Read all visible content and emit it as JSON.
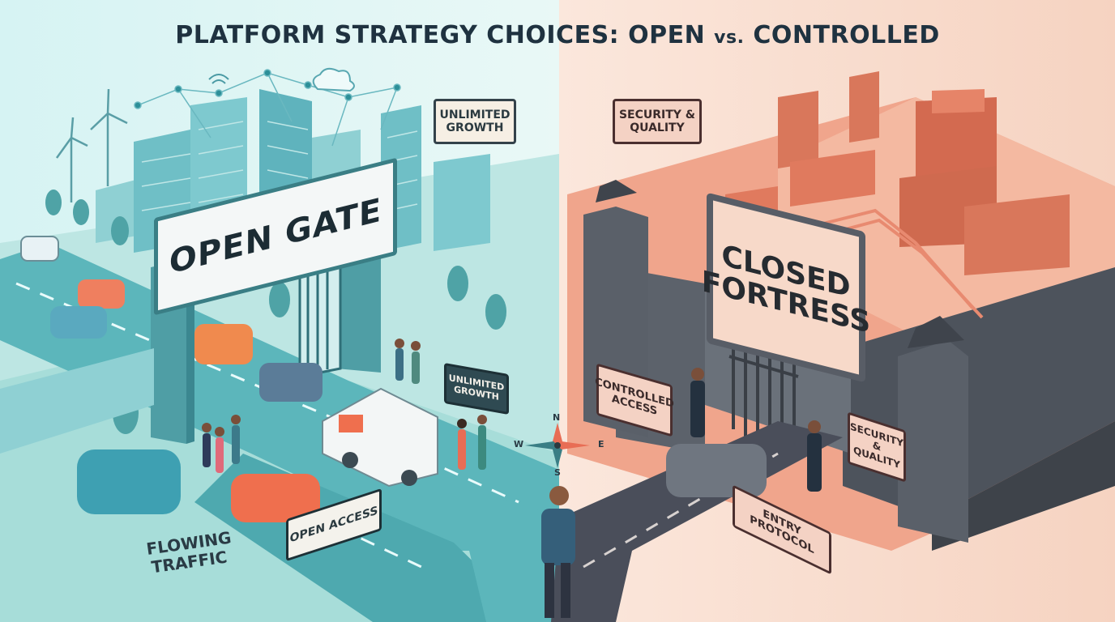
{
  "title": {
    "main": "PLATFORM STRATEGY CHOICES: OPEN",
    "vs": "vs.",
    "end": "CONTROLLED"
  },
  "left": {
    "gate_sign": "OPEN GATE",
    "top_sign": "UNLIMITED GROWTH",
    "mid_sign": "UNLIMITED GROWTH",
    "traffic_label": "FLOWING TRAFFIC",
    "access_sign": "OPEN ACCESS"
  },
  "right": {
    "fortress_sign": "CLOSED FORTRESS",
    "top_sign": "SECURITY & QUALITY",
    "controlled_sign": "CONTROLLED ACCESS",
    "wall_sign": "SECURITY & QUALITY",
    "entry_sign": "ENTRY PROTOCOL"
  },
  "compass": {
    "n": "N",
    "s": "S",
    "e": "E",
    "w": "W"
  },
  "colors": {
    "open_bg": "#bfe8e8",
    "closed_bg": "#f2b6a0",
    "teal": "#3fa7a8",
    "coral": "#e86d55"
  }
}
